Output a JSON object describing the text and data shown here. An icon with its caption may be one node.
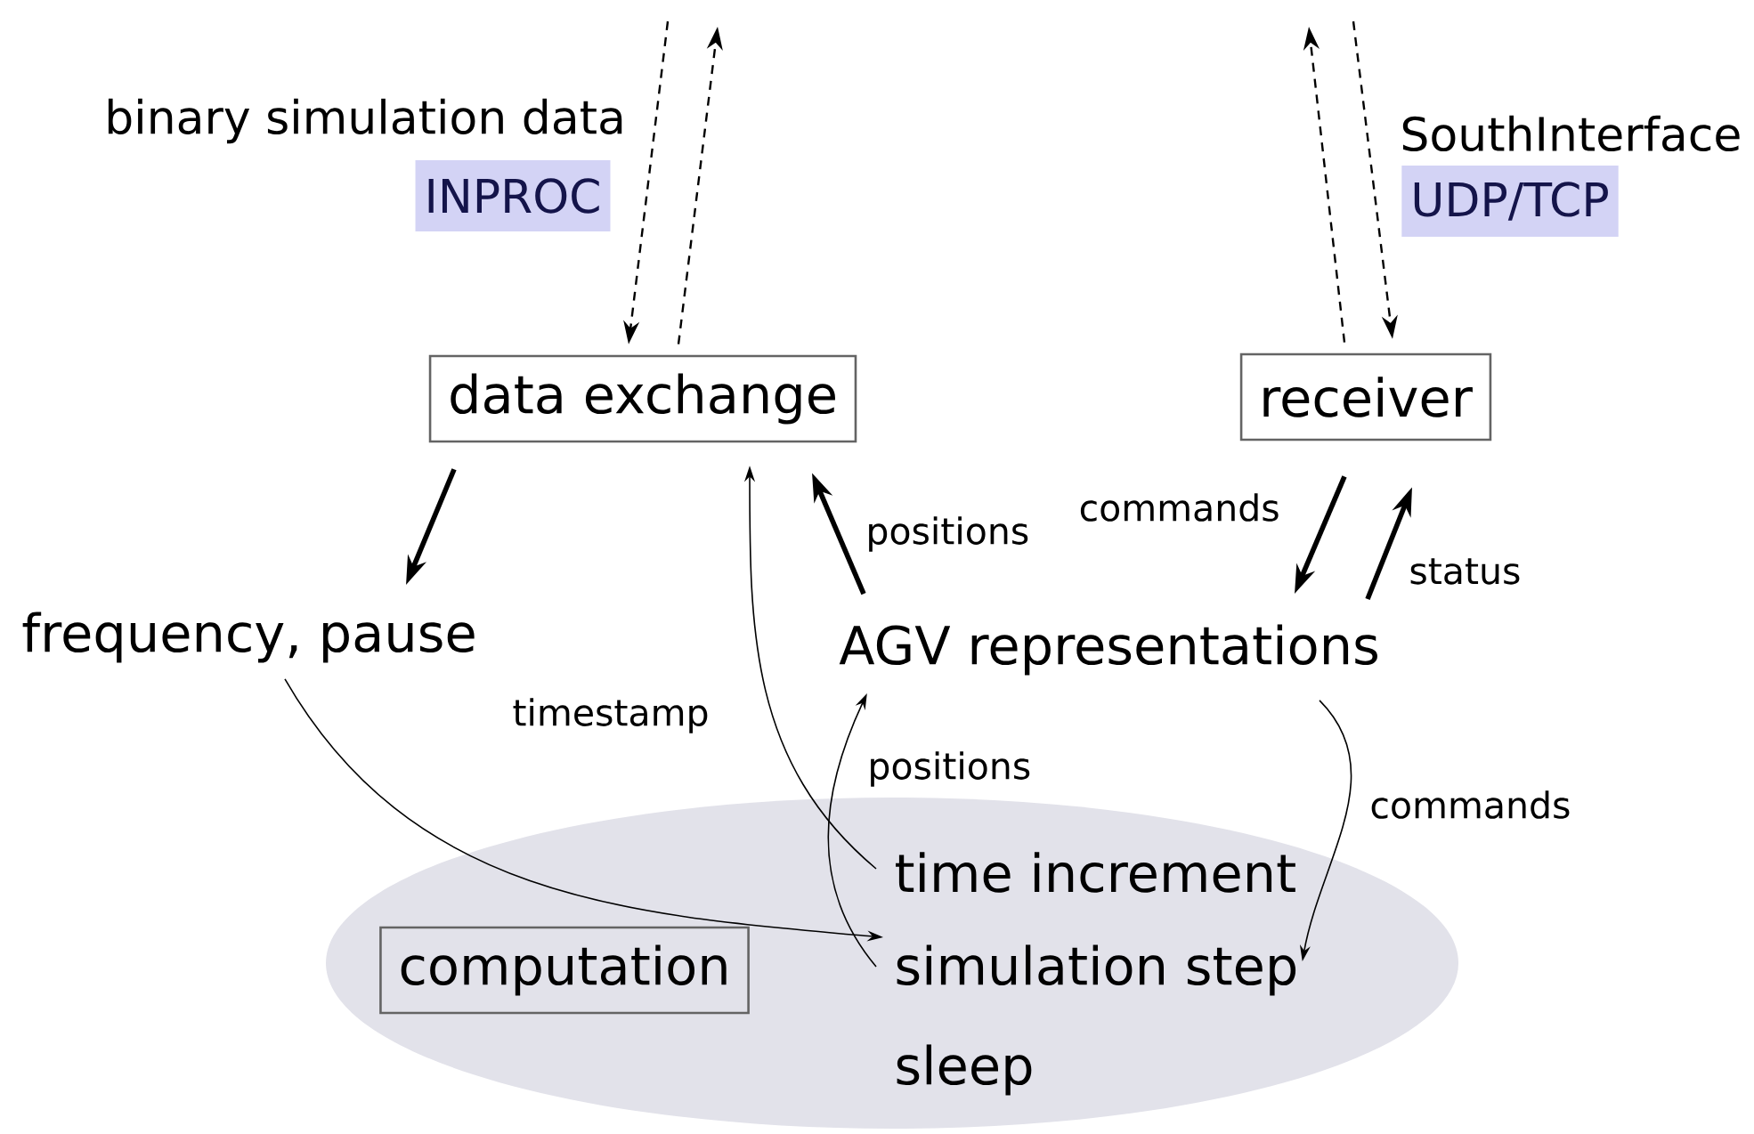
{
  "diagram": {
    "nodes": [
      {
        "text": [
          "data exchange"
        ]
      },
      {
        "text": [
          "receiver"
        ]
      },
      {
        "text": [
          "frequency, pause"
        ]
      },
      {
        "text": [
          "AGV representations"
        ]
      },
      {
        "text": [],
        "shape": "ellipse"
      },
      {
        "text": [
          "computation"
        ],
        "in": 4
      },
      {
        "text": [
          "time increment"
        ],
        "in": 4
      },
      {
        "text": [
          "simulation step"
        ],
        "in": 4
      },
      {
        "text": [
          "sleep"
        ],
        "in": 4
      },
      {
        "text": [
          "INPROC"
        ]
      },
      {
        "text": [
          "UDP/TCP"
        ]
      }
    ],
    "edges": [
      {
        "from": null,
        "to": 0,
        "arrow": "to",
        "style": "dashed",
        "label": "binary simulation data"
      },
      {
        "from": 0,
        "to": null,
        "arrow": "to",
        "style": "dashed"
      },
      {
        "from": 1,
        "to": null,
        "arrow": "to",
        "style": "dashed"
      },
      {
        "from": null,
        "to": 1,
        "arrow": "to",
        "style": "dashed",
        "label": "SouthInterface"
      },
      {
        "from": 0,
        "to": 2,
        "arrow": "to",
        "style": "thick"
      },
      {
        "from": 3,
        "to": 0,
        "arrow": "to",
        "style": "thick",
        "label": "positions"
      },
      {
        "from": 1,
        "to": 3,
        "arrow": "to",
        "style": "thick",
        "label": "commands"
      },
      {
        "from": 3,
        "to": 1,
        "arrow": "to",
        "style": "thick",
        "label": "status"
      },
      {
        "from": 2,
        "to": 7,
        "arrow": "to"
      },
      {
        "from": 6,
        "to": 0,
        "arrow": "to",
        "label": "timestamp"
      },
      {
        "from": 7,
        "to": 3,
        "arrow": "to",
        "label": "positions"
      },
      {
        "from": 3,
        "to": 7,
        "arrow": "to",
        "label": "commands"
      }
    ]
  }
}
